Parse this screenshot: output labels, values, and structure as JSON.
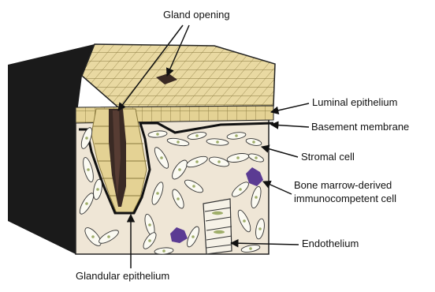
{
  "labels": {
    "gland_opening": "Gland opening",
    "luminal_epithelium": "Luminal epithelium",
    "basement_membrane": "Basement membrane",
    "stromal_cell": "Stromal cell",
    "bone_marrow_line1": "Bone marrow-derived",
    "bone_marrow_line2": "immunocompetent cell",
    "endothelium": "Endothelium",
    "glandular_epithelium": "Glandular epithelium"
  },
  "colors": {
    "epithelium": "#e9d9a2",
    "epithelium_line": "#8a7a3e",
    "stroma": "#efe6d6",
    "stromal_cell_fill": "#fbfaf2",
    "nucleus": "#9fae6a",
    "immune_cell": "#5b3b93",
    "side_face": "#1a1a1a",
    "membrane": "#111111",
    "lumen": "#3a2a24"
  }
}
